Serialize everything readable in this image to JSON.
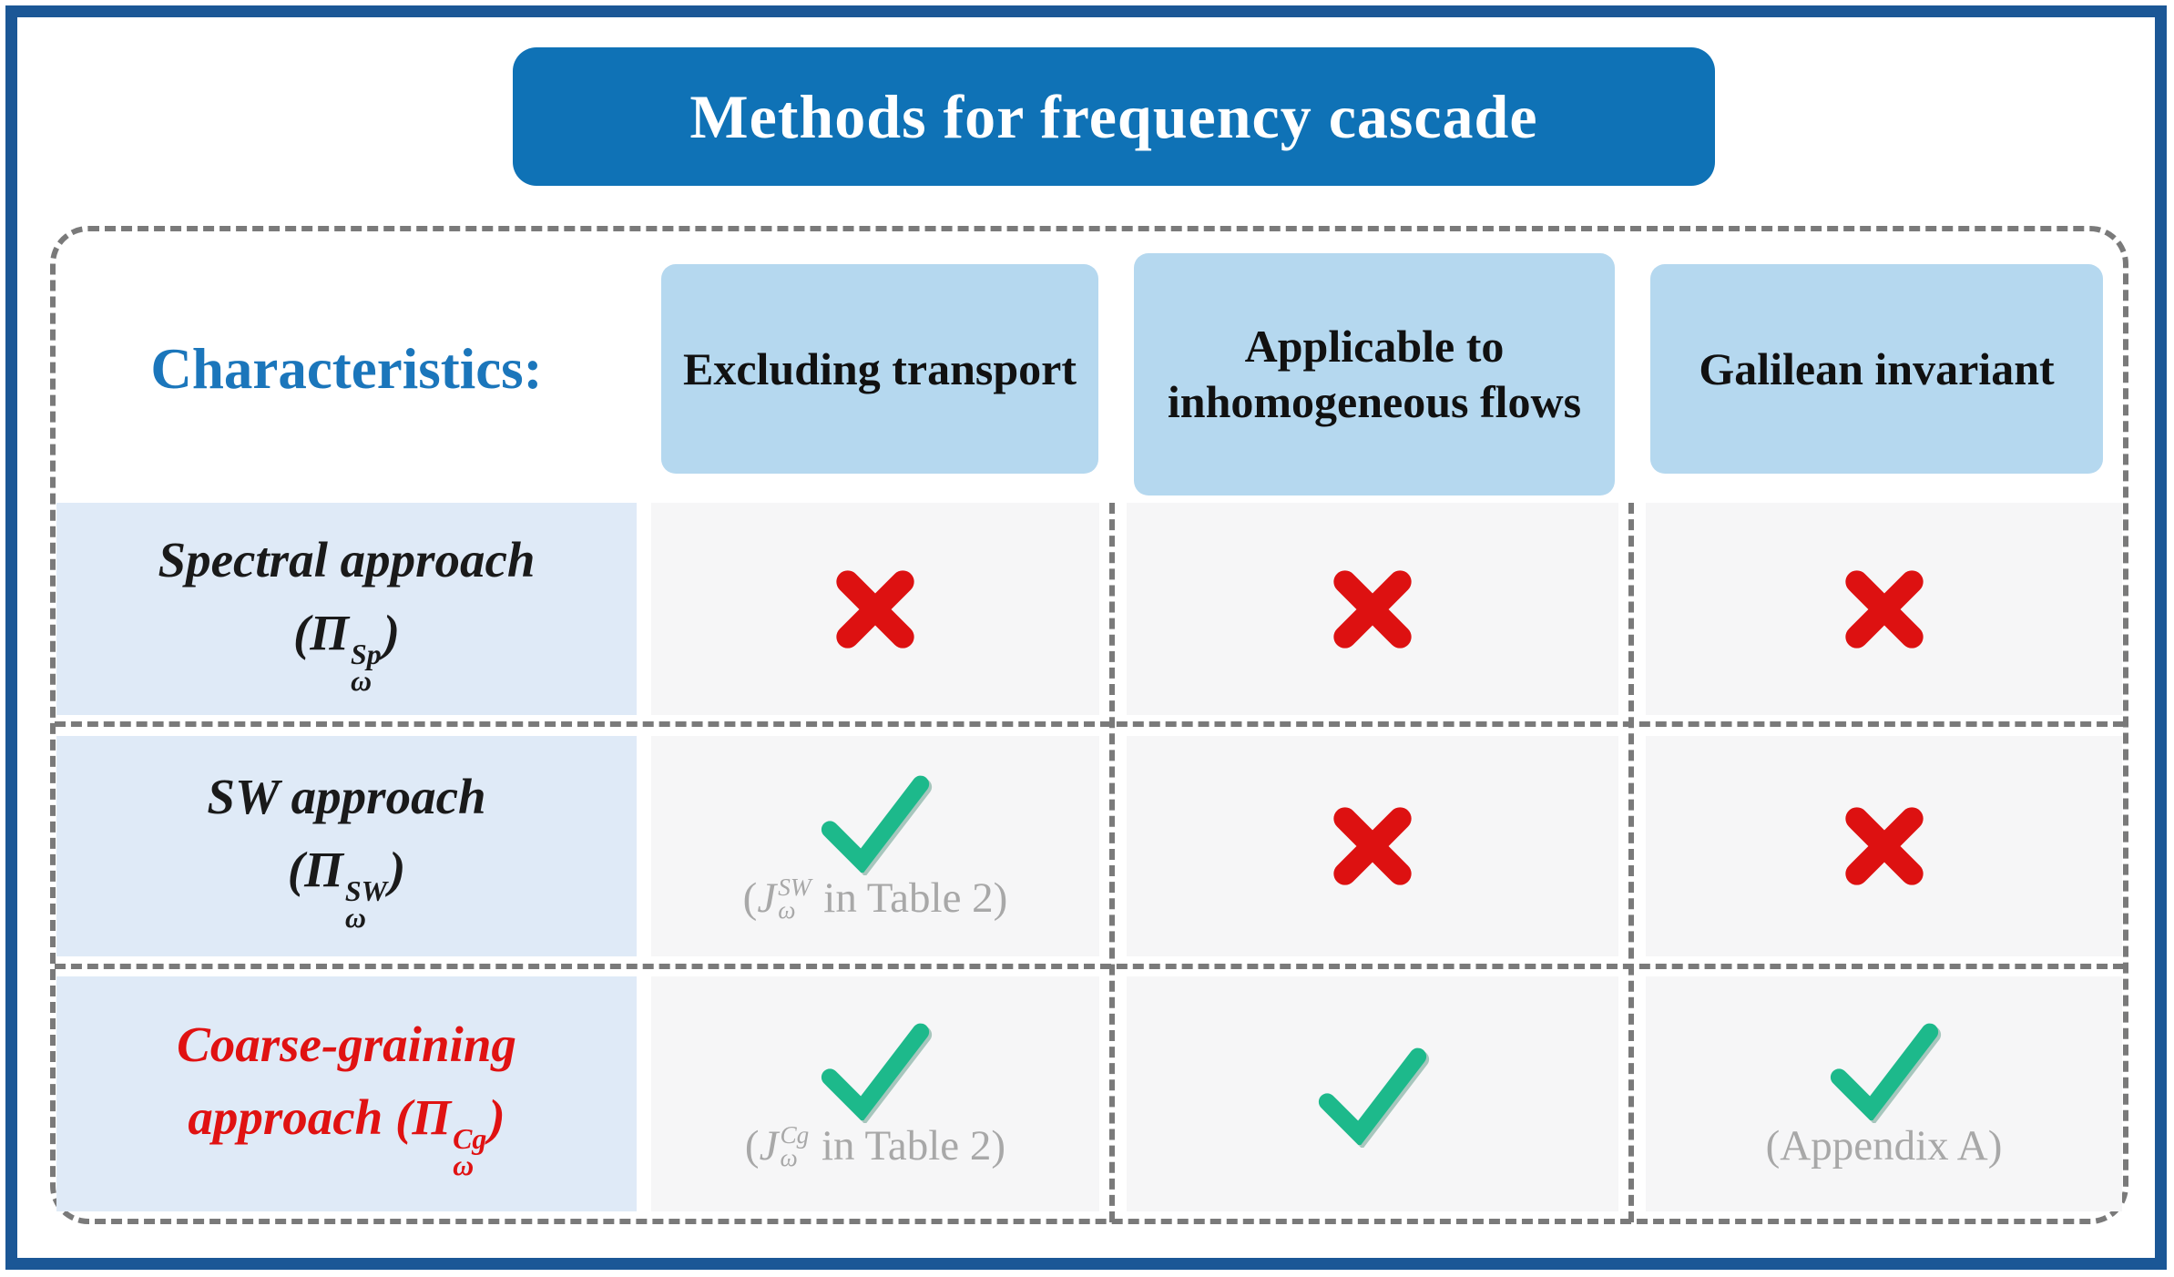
{
  "title": "Methods for frequency cascade",
  "characteristics_label": "Characteristics:",
  "columns": [
    {
      "label": "Excluding transport"
    },
    {
      "label": "Applicable to inhomogeneous flows"
    },
    {
      "label": "Galilean invariant"
    }
  ],
  "rows": [
    {
      "label": {
        "line1": "Spectral approach",
        "pre": "(",
        "sym": "Π",
        "sup": "Sp",
        "sub": "ω",
        "post": ")"
      },
      "cells": [
        {
          "mark": "cross",
          "note": {
            "pre": "",
            "sym": "",
            "sup": "",
            "sub": "",
            "post": ""
          }
        },
        {
          "mark": "cross",
          "note": {
            "pre": "",
            "sym": "",
            "sup": "",
            "sub": "",
            "post": ""
          }
        },
        {
          "mark": "cross",
          "note": {
            "pre": "",
            "sym": "",
            "sup": "",
            "sub": "",
            "post": ""
          }
        }
      ]
    },
    {
      "label": {
        "line1": "SW approach",
        "pre": "(",
        "sym": "Π",
        "sup": "SW",
        "sub": "ω",
        "post": ")"
      },
      "cells": [
        {
          "mark": "check",
          "note": {
            "pre": "(",
            "sym": "J",
            "sup": "SW",
            "sub": "ω",
            "post": " in Table 2)"
          }
        },
        {
          "mark": "cross",
          "note": {
            "pre": "",
            "sym": "",
            "sup": "",
            "sub": "",
            "post": ""
          }
        },
        {
          "mark": "cross",
          "note": {
            "pre": "",
            "sym": "",
            "sup": "",
            "sub": "",
            "post": ""
          }
        }
      ]
    },
    {
      "label": {
        "line1": "Coarse-graining",
        "pre": "approach (",
        "sym": "Π",
        "sup": "Cg",
        "sub": "ω",
        "post": ")"
      },
      "cells": [
        {
          "mark": "check",
          "note": {
            "pre": "(",
            "sym": "J",
            "sup": "Cg",
            "sub": "ω",
            "post": " in Table 2)"
          }
        },
        {
          "mark": "check",
          "note": {
            "pre": "",
            "sym": "",
            "sup": "",
            "sub": "",
            "post": ""
          }
        },
        {
          "mark": "check",
          "note": {
            "pre": "",
            "sym": "",
            "sup": "",
            "sub": "",
            "post": "(Appendix A)"
          }
        }
      ]
    }
  ],
  "colors": {
    "outer_border": "#1b5796",
    "banner_bg": "#0f72b6",
    "banner_text": "#ffffff",
    "header_cell_bg": "#b5d8ef",
    "row_label_bg": "#dfeaf7",
    "content_cell_bg": "#f6f6f7",
    "characteristics_text": "#1b76bb",
    "coarse_graining_text": "#e01212",
    "cross_mark": "#dd1111",
    "check_mark": "#1db98b",
    "note_text": "#a8a8a8",
    "dashed_line": "#7a7a7a"
  }
}
